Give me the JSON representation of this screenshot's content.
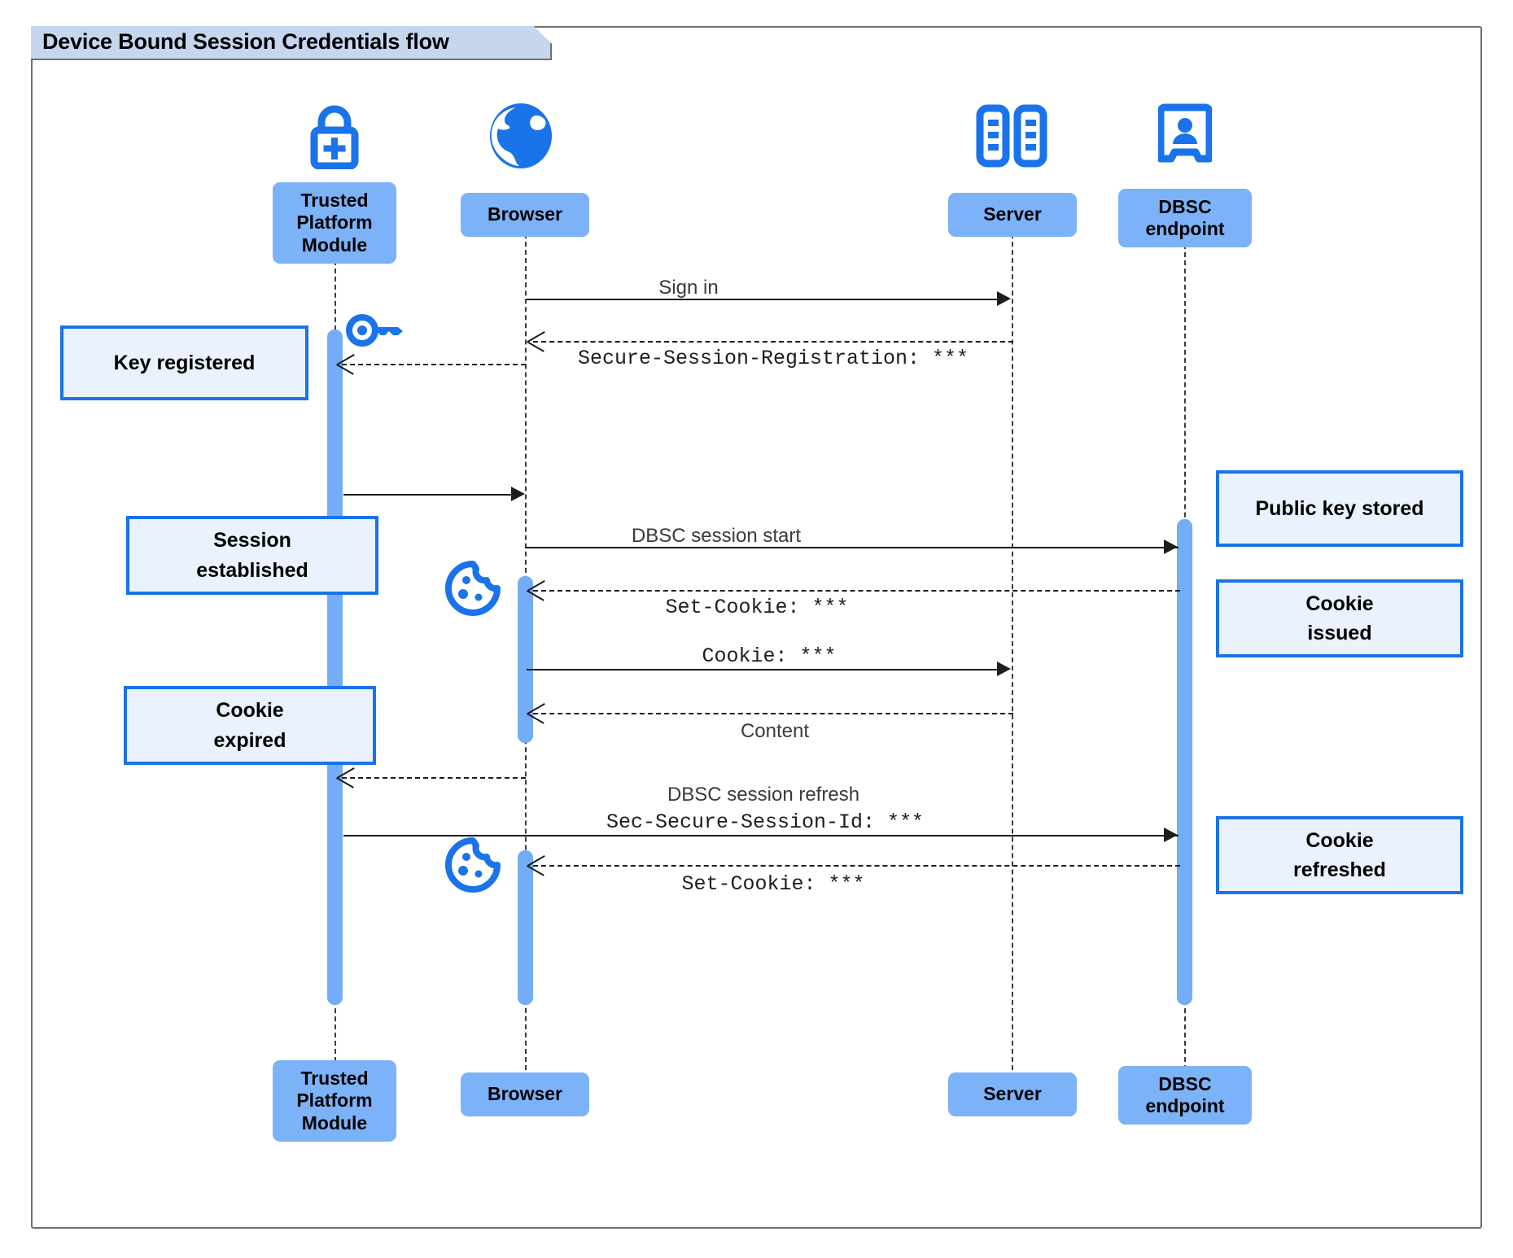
{
  "diagram": {
    "title": "Device Bound Session Credentials flow",
    "type": "sequence",
    "colors": {
      "participant_fill": "#7cb2f7",
      "note_fill": "#eaf2fd",
      "note_border": "#1a73e8",
      "activation_fill": "#74adf7",
      "icon_blue": "#1a73e8",
      "frame_border": "#6f6f6f",
      "title_tab_fill": "#c6d6ef",
      "line_color": "#1d1d1d"
    }
  },
  "participants": [
    {
      "id": "tpm",
      "label": "Trusted\nPlatform\nModule",
      "label_line1": "Trusted",
      "label_line2": "Platform",
      "label_line3": "Module",
      "icon": "lock-plus-icon"
    },
    {
      "id": "browser",
      "label": "Browser",
      "icon": "globe-icon"
    },
    {
      "id": "server",
      "label": "Server",
      "icon": "server-rack-icon"
    },
    {
      "id": "dbsc",
      "label": "DBSC\nendpoint",
      "label_line1": "DBSC",
      "label_line2": "endpoint",
      "icon": "id-badge-icon"
    }
  ],
  "messages": [
    {
      "id": "m1",
      "from": "browser",
      "to": "server",
      "label": "Sign in",
      "style": "solid",
      "font": "sans"
    },
    {
      "id": "m2",
      "from": "server",
      "to": "browser",
      "label": "Secure-Session-Registration: ***",
      "style": "dashed",
      "font": "mono"
    },
    {
      "id": "m3",
      "from": "browser",
      "to": "tpm",
      "label": "",
      "style": "dashed",
      "font": "sans"
    },
    {
      "id": "m4",
      "from": "tpm",
      "to": "browser",
      "label": "",
      "style": "solid",
      "font": "sans"
    },
    {
      "id": "m5",
      "from": "browser",
      "to": "dbsc",
      "label": "DBSC session start",
      "style": "solid",
      "font": "sans"
    },
    {
      "id": "m6",
      "from": "dbsc",
      "to": "browser",
      "label": "Set-Cookie: ***",
      "style": "dashed",
      "font": "mono"
    },
    {
      "id": "m7",
      "from": "browser",
      "to": "server",
      "label": "Cookie: ***",
      "style": "solid",
      "font": "mono"
    },
    {
      "id": "m8",
      "from": "server",
      "to": "browser",
      "label": "Content",
      "style": "dashed",
      "font": "sans"
    },
    {
      "id": "m9",
      "from": "browser",
      "to": "tpm",
      "label": "",
      "style": "dashed",
      "font": "sans"
    },
    {
      "id": "m10",
      "from": "tpm",
      "to": "dbsc",
      "label_top": "DBSC session refresh",
      "label_bottom": "Sec-Secure-Session-Id: ***",
      "style": "solid",
      "font": "mixed"
    },
    {
      "id": "m11",
      "from": "dbsc",
      "to": "browser",
      "label": "Set-Cookie: ***",
      "style": "dashed",
      "font": "mono"
    }
  ],
  "notes": [
    {
      "id": "n1",
      "text": "Key registered",
      "line1": "Key registered",
      "side": "left-of-tpm"
    },
    {
      "id": "n2",
      "text": "Session established",
      "line1": "Session",
      "line2": "established",
      "side": "left-of-tpm"
    },
    {
      "id": "n3",
      "text": "Cookie expired",
      "line1": "Cookie",
      "line2": "expired",
      "side": "left-of-tpm"
    },
    {
      "id": "n4",
      "text": "Public key stored",
      "line1": "Public key stored",
      "side": "right-of-dbsc"
    },
    {
      "id": "n5",
      "text": "Cookie issued",
      "line1": "Cookie",
      "line2": "issued",
      "side": "right-of-dbsc"
    },
    {
      "id": "n6",
      "text": "Cookie refreshed",
      "line1": "Cookie",
      "line2": "refreshed",
      "side": "right-of-dbsc"
    }
  ],
  "icons": {
    "key": "key-icon",
    "cookie1": "cookie-icon",
    "cookie2": "cookie-icon"
  }
}
